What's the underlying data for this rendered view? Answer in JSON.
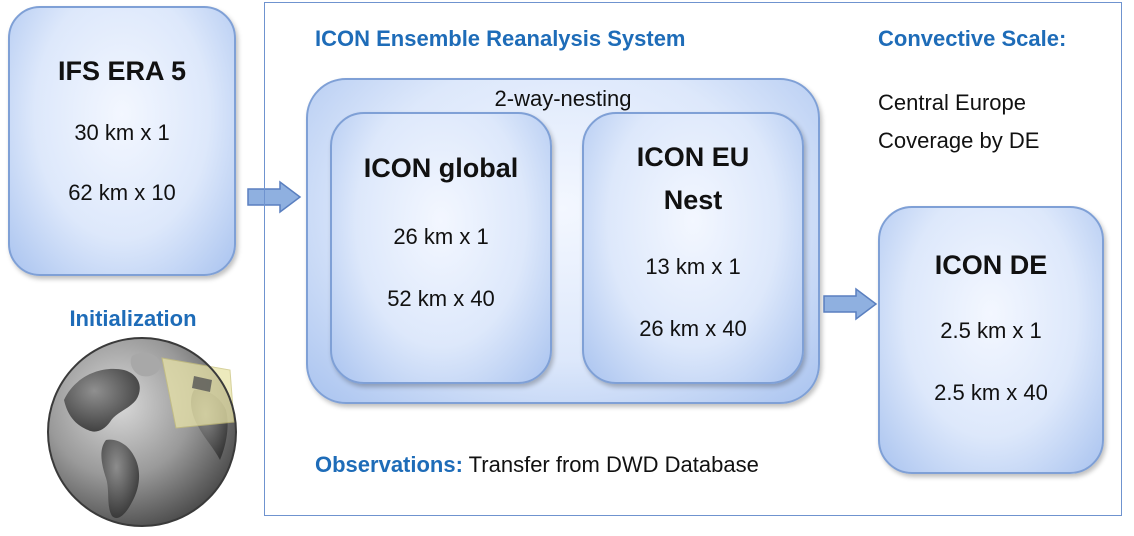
{
  "ifs": {
    "title": "IFS ERA 5",
    "line1": "30 km x 1",
    "line2": "62 km x 10"
  },
  "initialization": {
    "label": "Initialization"
  },
  "system": {
    "title": "ICON Ensemble Reanalysis System",
    "nesting_label": "2-way-nesting",
    "global": {
      "title": "ICON global",
      "line1": "26 km x 1",
      "line2": "52 km x 40"
    },
    "eu": {
      "title_line1": "ICON EU",
      "title_line2": "Nest",
      "line1": "13 km x 1",
      "line2": "26 km x 40"
    },
    "observations": {
      "label": "Observations:",
      "text": "Transfer from DWD Database"
    }
  },
  "convective": {
    "title": "Convective Scale:",
    "desc_line1": "Central Europe",
    "desc_line2": "Coverage by DE"
  },
  "de": {
    "title": "ICON DE",
    "line1": "2.5 km x 1",
    "line2": "2.5 km x 40"
  },
  "colors": {
    "accent_blue": "#1e6cb8",
    "box_border": "#7fa0d6",
    "arrow_fill": "#8fb0e0"
  }
}
